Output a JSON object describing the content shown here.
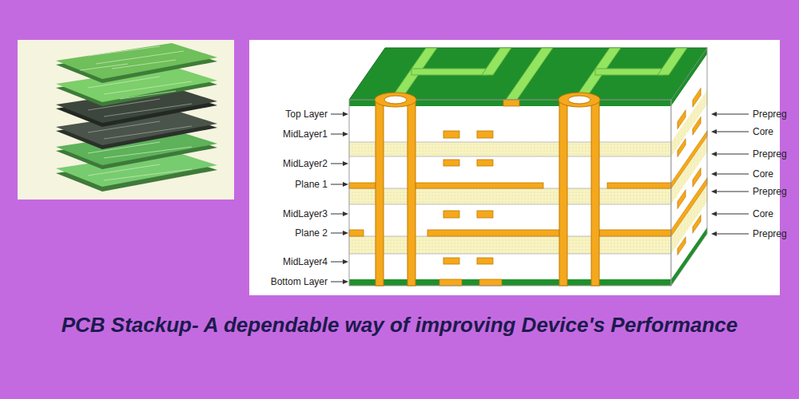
{
  "diagram": {
    "caption": "PCB Stackup- A dependable way of improving Device's Performance",
    "labels": [
      "Top Layer",
      "MidLayer1",
      "MidLayer2",
      "Plane 1",
      "MidLayer3",
      "Plane 2",
      "MidLayer4",
      "Bottom Layer",
      "Prepreg",
      "Core",
      "Prepreg",
      "Core",
      "Prepreg",
      "Core",
      "Prepreg"
    ]
  }
}
